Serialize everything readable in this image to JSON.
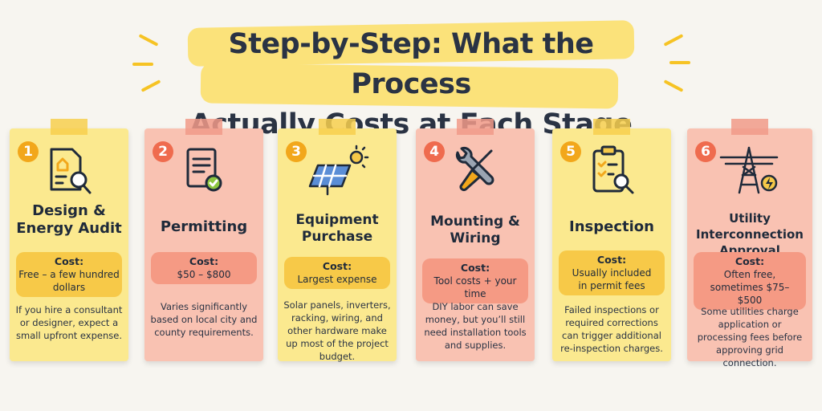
{
  "title": {
    "line1": "Step-by-Step: What the Process",
    "line2": "Actually Costs at Each Stage"
  },
  "colors": {
    "yellow_card": "#fbe98f",
    "pink_card": "#f9c2b2",
    "yellow_accent": "#f7c948",
    "pink_accent": "#f59a84",
    "text": "#1f2a3a"
  },
  "cost_label": "Cost:",
  "steps": [
    {
      "number": "1",
      "icon": "house-document-magnifier-icon",
      "title": "Design & Energy Audit",
      "cost": "Free – a few hundred dollars",
      "description": "If you hire a consultant or designer, expect a small upfront expense."
    },
    {
      "number": "2",
      "icon": "document-checkmark-icon",
      "title": "Permitting",
      "cost": "$50 – $800",
      "description": "Varies significantly based on local city and county requirements."
    },
    {
      "number": "3",
      "icon": "solar-panel-sun-icon",
      "title": "Equipment Purchase",
      "cost": "Largest expense",
      "description": "Solar panels, inverters, racking, wiring, and other hardware make up most of the project budget."
    },
    {
      "number": "4",
      "icon": "wrench-screwdriver-icon",
      "title": "Mounting & Wiring",
      "cost": "Tool costs + your time",
      "description": "DIY labor can save money, but you’ll still need installation tools and supplies."
    },
    {
      "number": "5",
      "icon": "clipboard-checklist-magnifier-icon",
      "title": "Inspection",
      "cost": "Usually included in permit fees",
      "description": "Failed inspections or required corrections can trigger additional re-inspection charges."
    },
    {
      "number": "6",
      "icon": "power-tower-lightning-icon",
      "title": "Utility Interconnection Approval",
      "cost": "Often free, sometimes $75–$500",
      "description": "Some utilities charge application or processing fees before approving grid connection."
    }
  ]
}
